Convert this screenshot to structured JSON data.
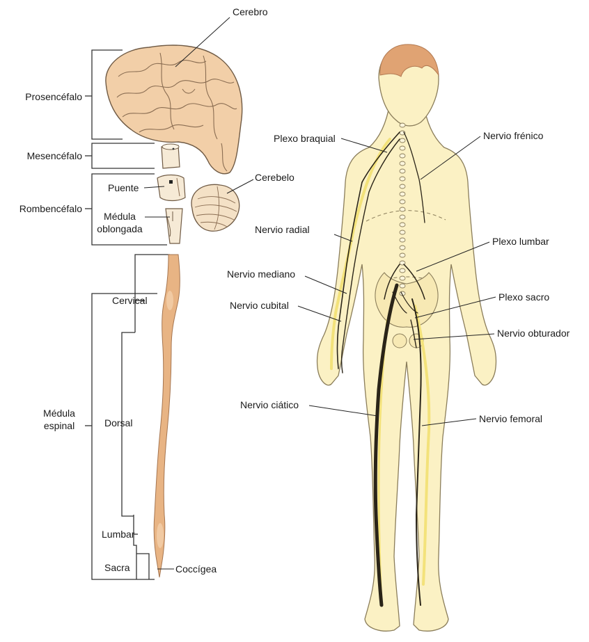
{
  "brain_labels": {
    "cerebro": "Cerebro",
    "prosencefalo": "Prosencéfalo",
    "mesencefalo": "Mesencéfalo",
    "rombencefalo": "Rombencéfalo",
    "puente": "Puente",
    "medula_oblongada_1": "Médula",
    "medula_oblongada_2": "oblongada",
    "cerebelo": "Cerebelo"
  },
  "spinal_labels": {
    "medula_espinal_1": "Médula",
    "medula_espinal_2": "espinal",
    "cervical": "Cervical",
    "dorsal": "Dorsal",
    "lumbar": "Lumbar",
    "sacra": "Sacra",
    "coccigea": "Coccígea"
  },
  "body_labels": {
    "plexo_braquial": "Plexo braquial",
    "nervio_frenico": "Nervio frénico",
    "nervio_radial": "Nervio radial",
    "plexo_lumbar": "Plexo lumbar",
    "nervio_mediano": "Nervio mediano",
    "plexo_sacro": "Plexo sacro",
    "nervio_cubital": "Nervio cubital",
    "nervio_obturador": "Nervio obturador",
    "nervio_ciatico": "Nervio ciático",
    "nervio_femoral": "Nervio femoral"
  },
  "colors": {
    "skin": "#fbf1c4",
    "skin_outline": "#8a7d5a",
    "hair": "#e0a373",
    "brain": "#f2cfa8",
    "spinal_cord": "#e8b484",
    "nerve_dark": "#2a2418",
    "nerve_light": "#f3e27a",
    "bracket": "#333333"
  }
}
